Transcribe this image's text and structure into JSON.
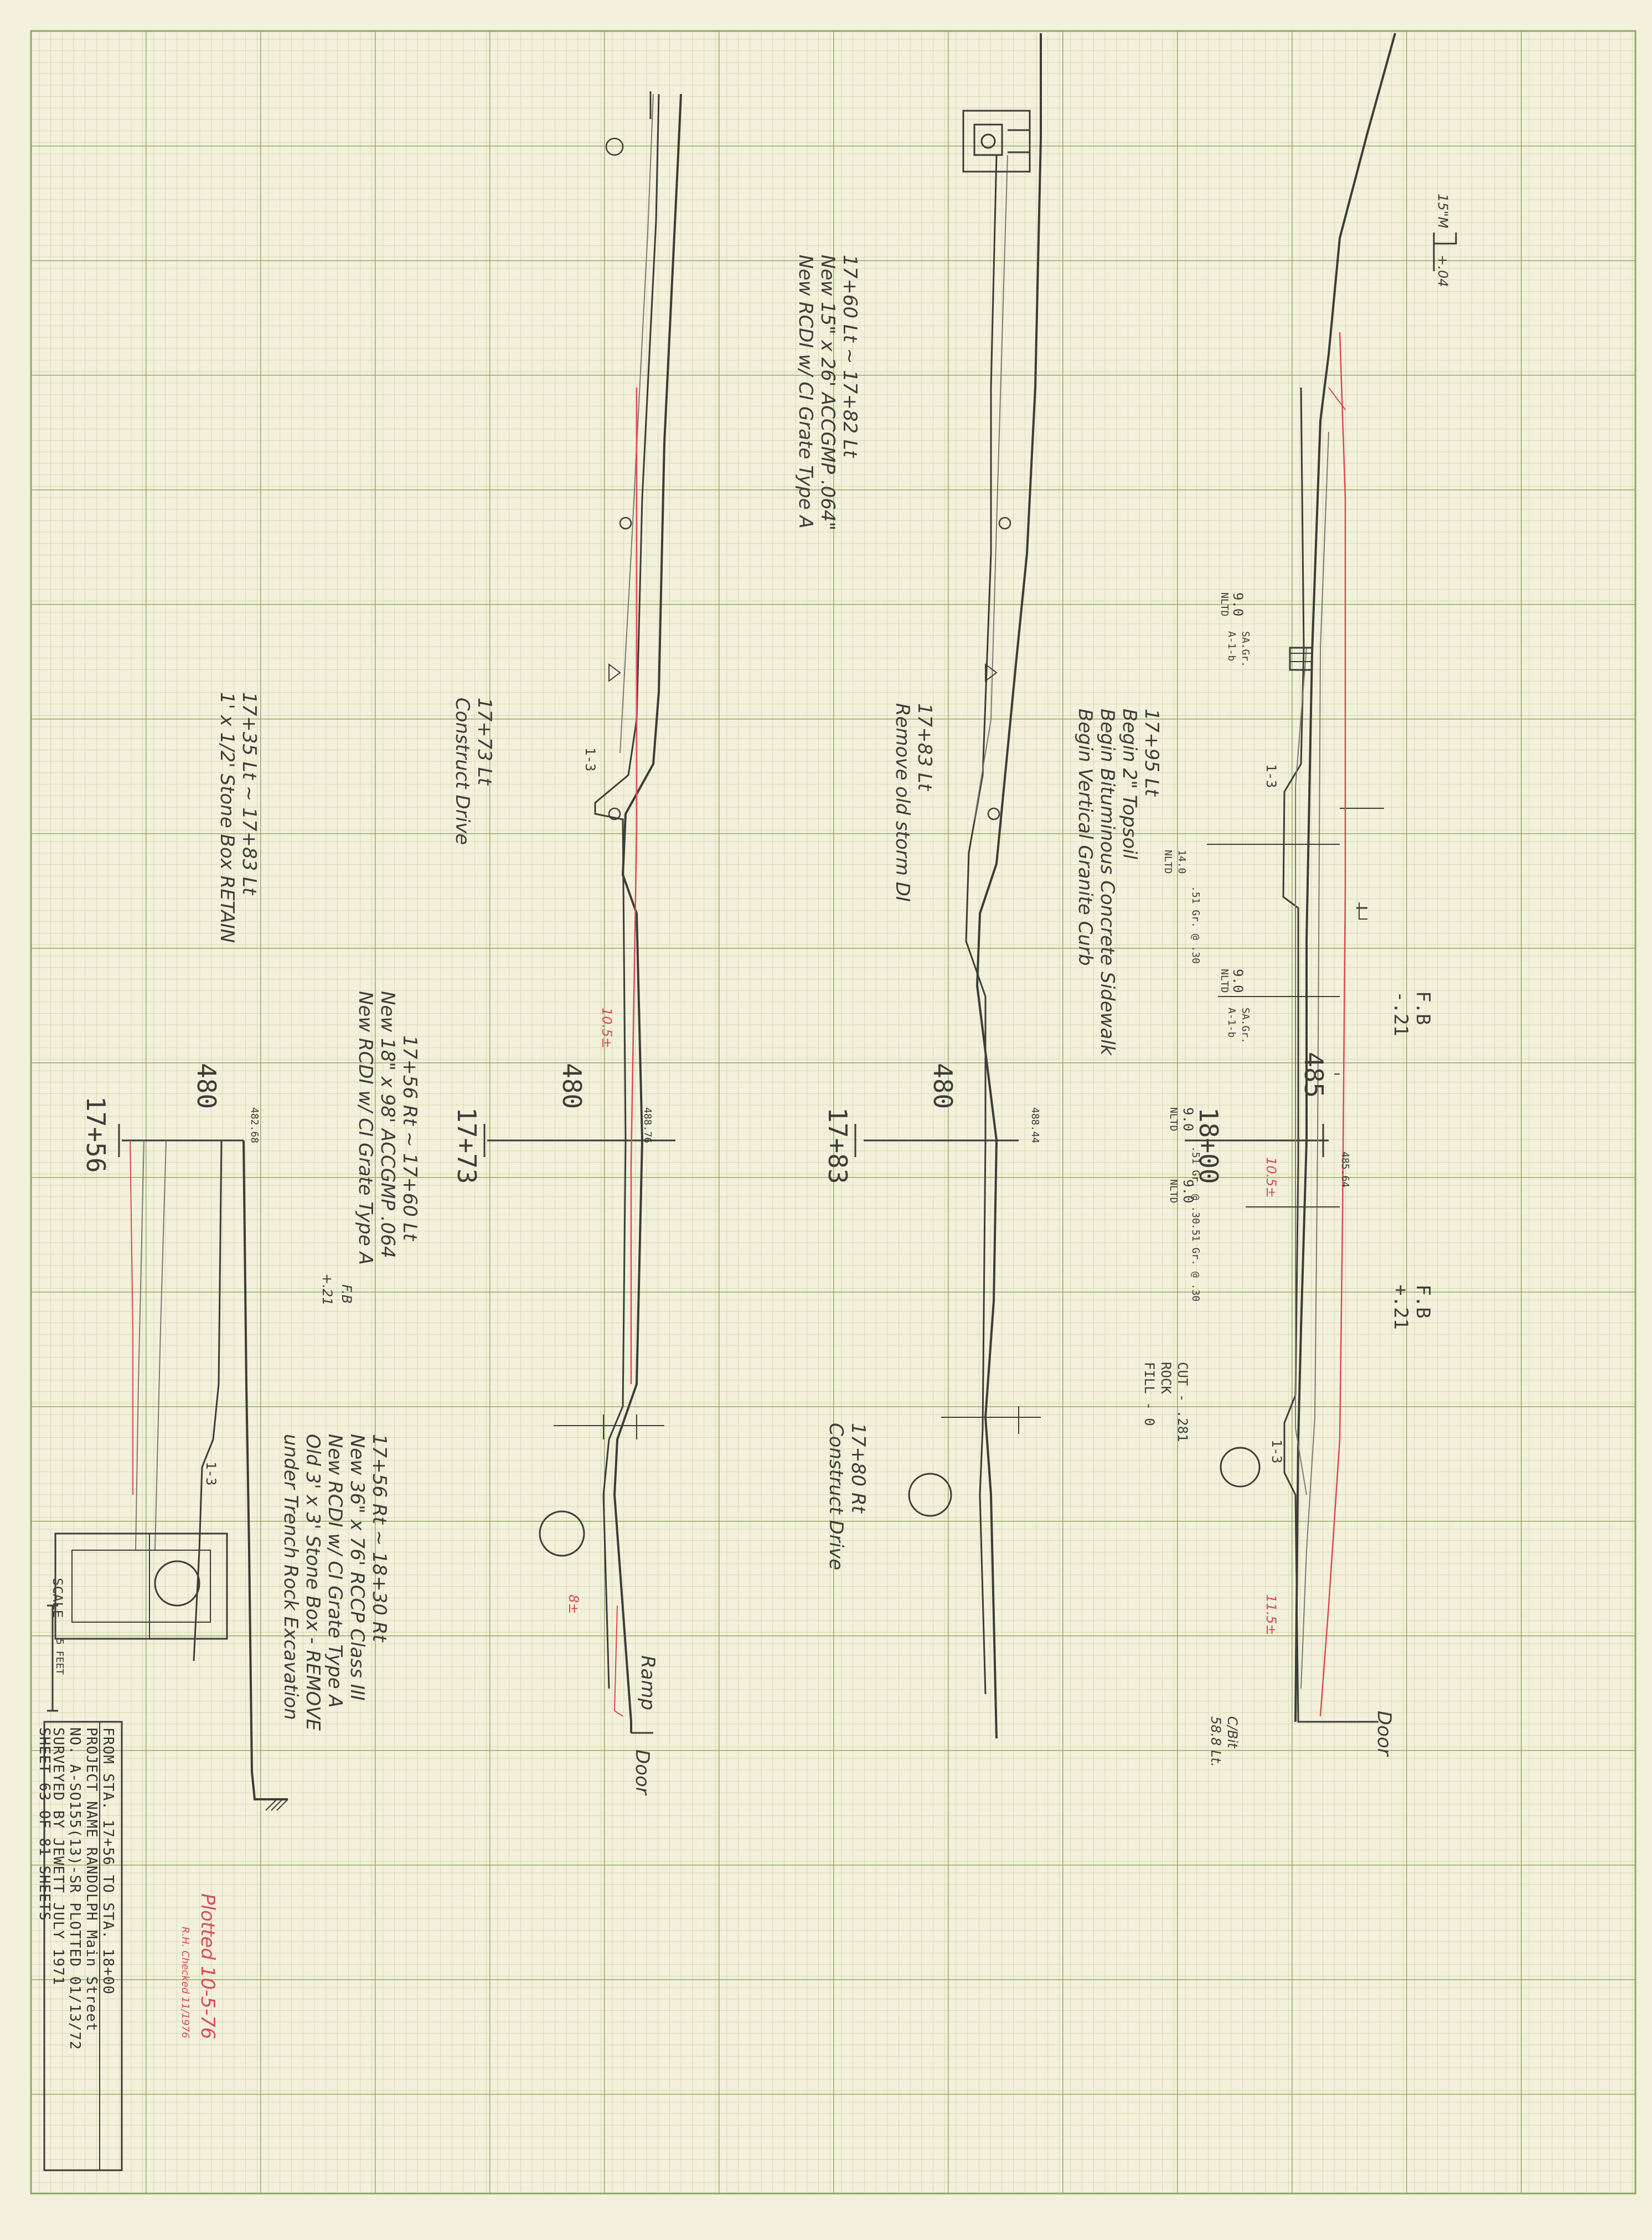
{
  "sections": [
    {
      "station": "18+00",
      "elevation": "485",
      "profile_top_elev": "485.64",
      "notes": [
        "17+95 Lt",
        "Begin 2\" Topsoil",
        "Begin Bituminous Concrete Sidewalk",
        "Begin Vertical Granite Curb"
      ],
      "ditch_labels": [
        "9.0",
        "NLTD",
        "SA.Gr.",
        "A-1-b",
        "14.0",
        "NLTD",
        ".51 Gr. @ .30"
      ],
      "labels_lower": [
        "9.0",
        "NLTD",
        "SA.Gr.",
        "A-1-b",
        "9.0",
        "NLTD",
        "9.0",
        "NLTD",
        ".51 Gr. @ .30",
        ".51 Gr. @ .30"
      ],
      "slope_top": "1-3",
      "slope_bottom": "1-3",
      "fb_left": "F.B",
      "fb_left_val": "-.21",
      "fb_right": "F.B",
      "fb_right_val": "+.21",
      "cut": "CUT - .281",
      "rock": "ROCK",
      "fill": "FILL - 0",
      "red_labels": [
        "10.5±",
        "11.5±"
      ],
      "door": "Door",
      "curb_note": "C/Bit",
      "curb_note2": "58.8 Lt.",
      "marker_top": "15\"M",
      "marker_top_val": "+.04"
    },
    {
      "station": "17+83",
      "elevation": "480",
      "profile_top_elev": "488.44",
      "note_top": [
        "17+83 Lt",
        "Remove old storm DI"
      ],
      "note_bottom": [
        "17+80 Rt",
        "Construct Drive"
      ]
    },
    {
      "station": "17+73",
      "elevation": "480",
      "profile_top_elev": "488.76",
      "note_top": [
        "17+73 Lt",
        "Construct Drive"
      ],
      "note_pipe": [
        "17+60 Lt ~ 17+82 Lt",
        "New 15\" x 26' ACCGMP .064\"",
        "New RCDI w/ CI Grate Type A"
      ],
      "slope": "1-3",
      "red_labels": [
        "10.5±",
        "8±"
      ],
      "ramp": "Ramp",
      "door": "Door"
    },
    {
      "station": "17+56",
      "elevation": "480",
      "profile_top_elev": "482.68",
      "note_top": [
        "17+35 Lt ~ 17+83 Lt",
        "1' x 1/2' Stone Box RETAIN"
      ],
      "note_mid": [
        "17+56 Rt ~ 17+60 Lt",
        "New 18\" x 98' ACCGMP .064",
        "New RCDI w/ CI Grate Type A"
      ],
      "fb": "F.B",
      "fb_val": "+.21",
      "note_bottom": [
        "17+56 Rt ~ 18+30 Rt",
        "New 36\" x 76' RCCP Class III",
        "New RCDI w/ CI Grate Type A",
        "Old 3' x 3' Stone Box - REMOVE",
        "under Trench Rock Excavation"
      ],
      "slope": "1-3"
    }
  ],
  "scale": "SCALE",
  "scale_val": "5 FEET",
  "title_block": {
    "line1": "FROM STA. 17+56   TO STA. 18+00",
    "line2": "PROJECT NAME  RANDOLPH  Main Street",
    "line3": "NO.  A-SO155(13)-SR    PLOTTED 01/13/72",
    "line4": "SURVEYED BY  JEWETT    JULY 1971",
    "line5": "SHEET 63 OF 81 SHEETS"
  },
  "plotted_stamp": "Plotted 10-5-76",
  "plotted_stamp2": "R.H.  Checked 11/1976",
  "colors": {
    "paper": "#f3f0dc",
    "grid_minor": "#c3d39a",
    "grid_major": "#8fa85e",
    "pencil": "#3c3c38",
    "red_pencil": "#d94a52"
  }
}
